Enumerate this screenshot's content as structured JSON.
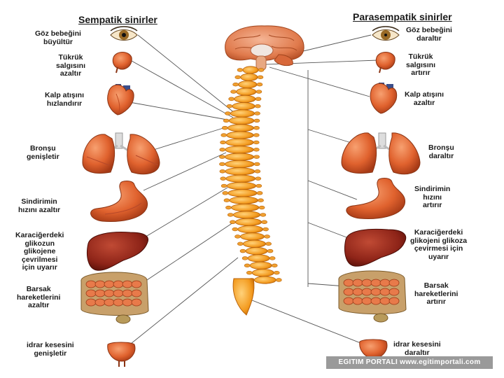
{
  "headers": {
    "left": "Sempatik sinirler",
    "right": "Parasempatik sinirler"
  },
  "left_labels": [
    [
      "Göz bebeğini",
      "büyültür"
    ],
    [
      "Tükrük",
      "salgısını",
      "azaltır"
    ],
    [
      "Kalp atışını",
      "hızlandırır"
    ],
    [
      "Bronşu",
      "genişletir"
    ],
    [
      "Sindirimin",
      "hızını azaltır"
    ],
    [
      "Karaciğerdeki",
      "glikozun",
      "glikojene",
      "çevrilmesi",
      "için uyarır"
    ],
    [
      "Barsak",
      "hareketlerini",
      "azaltır"
    ],
    [
      "idrar kesesini",
      "genişletir"
    ]
  ],
  "right_labels": [
    [
      "Göz bebeğini",
      "daraltır"
    ],
    [
      "Tükrük",
      "salgısını",
      "artırır"
    ],
    [
      "Kalp atışını",
      "azaltır"
    ],
    [
      "Bronşu",
      "daraltır"
    ],
    [
      "Sindirimin",
      "hızını",
      "artırır"
    ],
    [
      "Karaciğerdeki",
      "glikojeni glikoza",
      "çevirmesi için",
      "uyarır"
    ],
    [
      "Barsak",
      "hareketlerini",
      "artırır"
    ],
    [
      "idrar kesesini",
      "daraltır"
    ]
  ],
  "organs": [
    "eye-icon",
    "salivary-gland-icon",
    "heart-icon",
    "lungs-icon",
    "stomach-icon",
    "liver-icon",
    "intestines-icon",
    "bladder-icon"
  ],
  "credit": "EGITIM PORTALI www.egitimportali.com",
  "colors": {
    "spine": "#f39a1e",
    "organ": "#e0622e",
    "liver": "#8e2418",
    "line": "#555555"
  }
}
